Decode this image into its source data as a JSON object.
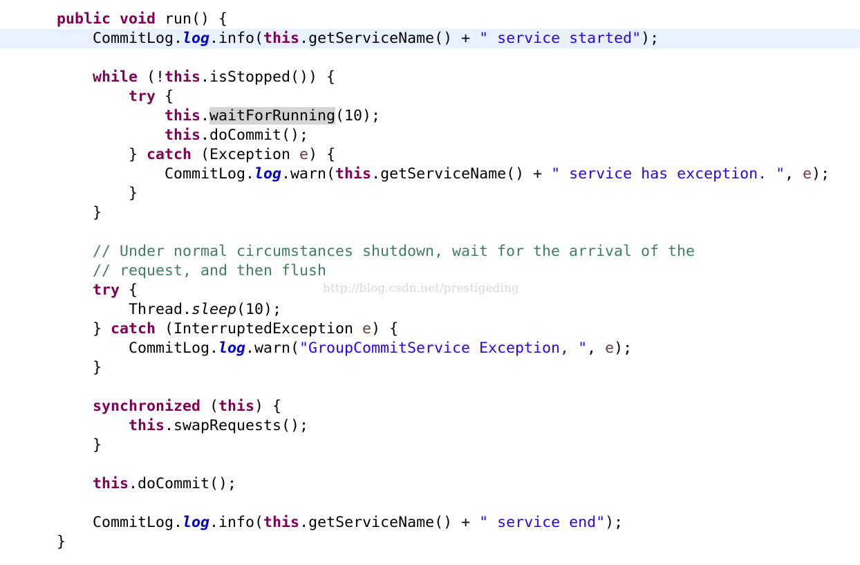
{
  "code": {
    "current_line": 1,
    "lines": [
      {
        "indent": 0,
        "tokens": [
          [
            "public",
            "kw"
          ],
          [
            " ",
            ""
          ],
          [
            "void",
            "kw"
          ],
          [
            " run() {",
            ""
          ]
        ]
      },
      {
        "indent": 1,
        "tokens": [
          [
            "CommitLog.",
            ""
          ],
          [
            "log",
            "fld"
          ],
          [
            ".info(",
            ""
          ],
          [
            "this",
            "kw"
          ],
          [
            ".getServiceName() + ",
            ""
          ],
          [
            "\" service started\"",
            "str"
          ],
          [
            ");",
            ""
          ]
        ]
      },
      {
        "indent": 0,
        "tokens": []
      },
      {
        "indent": 1,
        "tokens": [
          [
            "while",
            "kw"
          ],
          [
            " (!",
            ""
          ],
          [
            "this",
            "kw"
          ],
          [
            ".isStopped()) {",
            ""
          ]
        ]
      },
      {
        "indent": 2,
        "tokens": [
          [
            "try",
            "kw"
          ],
          [
            " {",
            ""
          ]
        ]
      },
      {
        "indent": 3,
        "tokens": [
          [
            "this",
            "kw"
          ],
          [
            ".",
            ""
          ],
          [
            "waitForRunning",
            "occ"
          ],
          [
            "(10);",
            ""
          ]
        ]
      },
      {
        "indent": 3,
        "tokens": [
          [
            "this",
            "kw"
          ],
          [
            ".doCommit();",
            ""
          ]
        ]
      },
      {
        "indent": 2,
        "tokens": [
          [
            "} ",
            ""
          ],
          [
            "catch",
            "kw"
          ],
          [
            " (Exception ",
            ""
          ],
          [
            "e",
            "par"
          ],
          [
            ") {",
            ""
          ]
        ]
      },
      {
        "indent": 3,
        "tokens": [
          [
            "CommitLog.",
            ""
          ],
          [
            "log",
            "fld"
          ],
          [
            ".warn(",
            ""
          ],
          [
            "this",
            "kw"
          ],
          [
            ".getServiceName() + ",
            ""
          ],
          [
            "\" service has exception. \"",
            "str"
          ],
          [
            ", ",
            ""
          ],
          [
            "e",
            "par"
          ],
          [
            ");",
            ""
          ]
        ]
      },
      {
        "indent": 2,
        "tokens": [
          [
            "}",
            ""
          ]
        ]
      },
      {
        "indent": 1,
        "tokens": [
          [
            "}",
            ""
          ]
        ]
      },
      {
        "indent": 0,
        "tokens": []
      },
      {
        "indent": 1,
        "tokens": [
          [
            "// Under normal circumstances shutdown, wait for the arrival of the",
            "com"
          ]
        ]
      },
      {
        "indent": 1,
        "tokens": [
          [
            "// request, and then flush",
            "com"
          ]
        ]
      },
      {
        "indent": 1,
        "tokens": [
          [
            "try",
            "kw"
          ],
          [
            " {",
            ""
          ]
        ]
      },
      {
        "indent": 2,
        "tokens": [
          [
            "Thread.",
            ""
          ],
          [
            "sleep",
            "ital"
          ],
          [
            "(10);",
            ""
          ]
        ]
      },
      {
        "indent": 1,
        "tokens": [
          [
            "} ",
            ""
          ],
          [
            "catch",
            "kw"
          ],
          [
            " (InterruptedException ",
            ""
          ],
          [
            "e",
            "par"
          ],
          [
            ") {",
            ""
          ]
        ]
      },
      {
        "indent": 2,
        "tokens": [
          [
            "CommitLog.",
            ""
          ],
          [
            "log",
            "fld"
          ],
          [
            ".warn(",
            ""
          ],
          [
            "\"GroupCommitService Exception, \"",
            "str"
          ],
          [
            ", ",
            ""
          ],
          [
            "e",
            "par"
          ],
          [
            ");",
            ""
          ]
        ]
      },
      {
        "indent": 1,
        "tokens": [
          [
            "}",
            ""
          ]
        ]
      },
      {
        "indent": 0,
        "tokens": []
      },
      {
        "indent": 1,
        "tokens": [
          [
            "synchronized",
            "kw"
          ],
          [
            " (",
            ""
          ],
          [
            "this",
            "kw"
          ],
          [
            ") {",
            ""
          ]
        ]
      },
      {
        "indent": 2,
        "tokens": [
          [
            "this",
            "kw"
          ],
          [
            ".swapRequests();",
            ""
          ]
        ]
      },
      {
        "indent": 1,
        "tokens": [
          [
            "}",
            ""
          ]
        ]
      },
      {
        "indent": 0,
        "tokens": []
      },
      {
        "indent": 1,
        "tokens": [
          [
            "this",
            "kw"
          ],
          [
            ".doCommit();",
            ""
          ]
        ]
      },
      {
        "indent": 0,
        "tokens": []
      },
      {
        "indent": 1,
        "tokens": [
          [
            "CommitLog.",
            ""
          ],
          [
            "log",
            "fld"
          ],
          [
            ".info(",
            ""
          ],
          [
            "this",
            "kw"
          ],
          [
            ".getServiceName() + ",
            ""
          ],
          [
            "\" service end\"",
            "str"
          ],
          [
            ");",
            ""
          ]
        ]
      },
      {
        "indent": 0,
        "tokens": [
          [
            "}",
            ""
          ]
        ]
      }
    ]
  },
  "watermark": "http://blog.csdn.net/prestigeding",
  "colors": {
    "keyword": "#7f0055",
    "string": "#2a00ff",
    "field": "#0000c0",
    "comment": "#3f7f5f",
    "parameter": "#6a3e3e",
    "current_line": "#e8f2fe"
  }
}
